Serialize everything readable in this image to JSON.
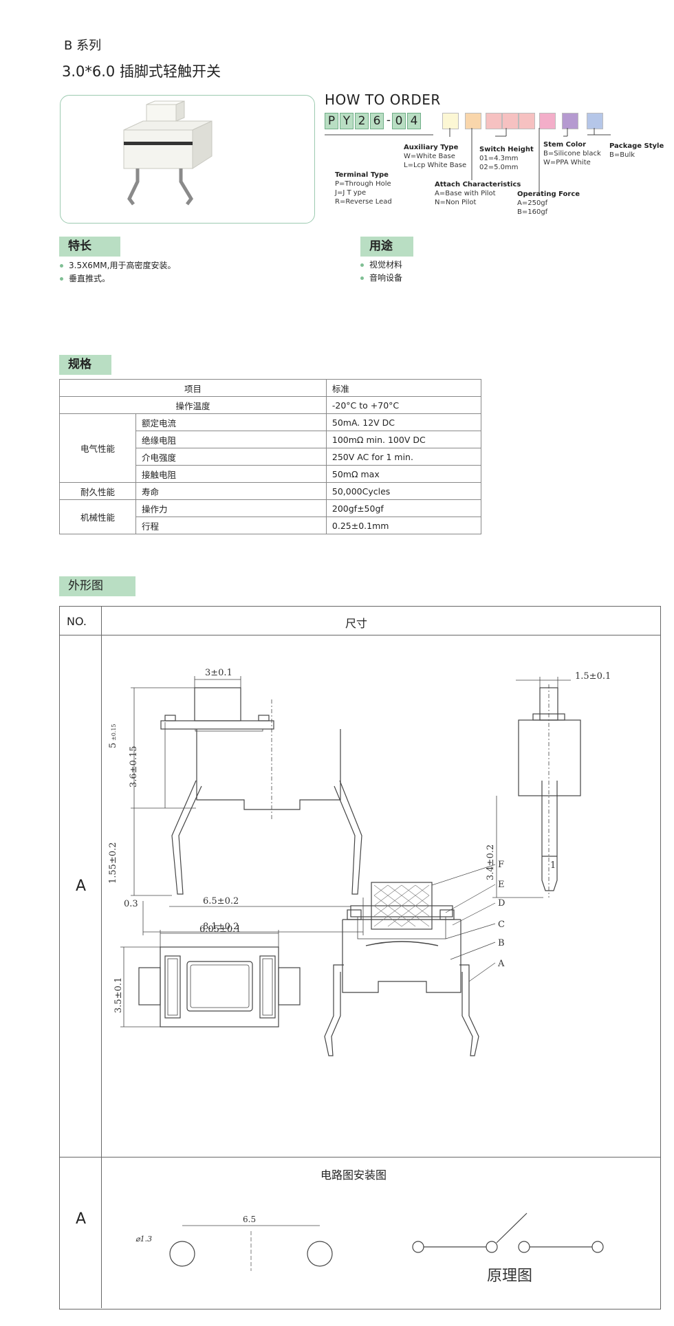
{
  "header": {
    "series": "B 系列",
    "title": "3.0*6.0 插脚式轻触开关"
  },
  "order": {
    "title": "HOW TO ORDER",
    "code_chars": [
      "P",
      "Y",
      "2",
      "6",
      "-",
      "0",
      "4"
    ],
    "slot_colors": [
      "#fcf7d4",
      "#f9d6ab",
      "#f6c1c1",
      "#f6c1c1",
      "#f6c1c1",
      "#f3aec9",
      "#b59ad0",
      "#b5c6e8"
    ],
    "terminal": {
      "title": "Terminal Type",
      "lines": [
        "P=Through Hole",
        "J=J T ype",
        "R=Reverse Lead"
      ]
    },
    "auxiliary": {
      "title": "Auxiliary Type",
      "lines": [
        "W=White Base",
        "L=Lcp White Base"
      ]
    },
    "attach": {
      "title": "Attach Characteristics",
      "lines": [
        "A=Base with Pilot",
        "N=Non Pilot"
      ]
    },
    "height": {
      "title": "Switch Height",
      "lines": [
        "01=4.3mm",
        "02=5.0mm"
      ]
    },
    "force": {
      "title": "Operating Force",
      "lines": [
        "A=250gf",
        "B=160gf"
      ]
    },
    "stem": {
      "title": "Stem Color",
      "lines": [
        "B=Silicone black",
        "W=PPA White"
      ]
    },
    "package": {
      "title": "Package Style",
      "lines": [
        "B=Bulk"
      ]
    }
  },
  "features": {
    "title": "特长",
    "items": [
      "3.5X6MM,用于高密度安装。",
      "垂直推式。"
    ]
  },
  "usage": {
    "title": "用途",
    "items": [
      "视觉材料",
      "音响设备"
    ]
  },
  "spec": {
    "title": "规格",
    "head": [
      "项目",
      "标准"
    ],
    "rows": [
      {
        "group": "",
        "item": "操作温度",
        "value": "-20°C to +70°C"
      },
      {
        "group": "电气性能",
        "item": "额定电流",
        "value": "50mA. 12V DC"
      },
      {
        "group": "",
        "item": "绝缘电阻",
        "value": "100mΩ min. 100V DC"
      },
      {
        "group": "",
        "item": "介电强度",
        "value": "250V AC for 1 min."
      },
      {
        "group": "",
        "item": "接触电阻",
        "value": "50mΩ max"
      },
      {
        "group": "耐久性能",
        "item": "寿命",
        "value": "50,000Cycles"
      },
      {
        "group": "机械性能",
        "item": "操作力",
        "value": "200gf±50gf"
      },
      {
        "group": "",
        "item": "行程",
        "value": "0.25±0.1mm"
      }
    ]
  },
  "outline": {
    "title": "外形图",
    "col_no": "NO.",
    "col_size": "尺寸",
    "row1_label": "A",
    "row2_label": "A",
    "circuit_title": "电路图安装图",
    "schematic_label": "原理图",
    "dims": {
      "top_w": "3±0.1",
      "side_w": "1.5±0.1",
      "total_h": "5",
      "total_h_tol": "±0.15",
      "body_h": "3.6±0.15",
      "lead_h": "1.55±0.2",
      "lead_t": "0.3",
      "pitch": "6.5±0.2",
      "span": "8.1±0.2",
      "side_lead": "3.4±0.2",
      "side_tip": "1",
      "bottom_w": "6.05±0.1",
      "bottom_h": "3.5±0.1",
      "hole_d": "⌀1.3",
      "hole_pitch": "6.5"
    },
    "parts": [
      "F",
      "E",
      "D",
      "C",
      "B",
      "A"
    ]
  }
}
